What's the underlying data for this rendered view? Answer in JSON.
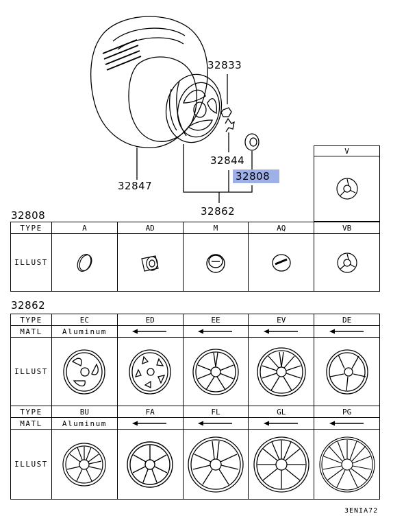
{
  "callouts": {
    "p32833": "32833",
    "p32844": "32844",
    "p32808": "32808",
    "p32847": "32847",
    "p32862": "32862"
  },
  "table1": {
    "title": "32808",
    "type_label": "TYPE",
    "illust_label": "ILLUST",
    "v_label": "V",
    "types": [
      "A",
      "AD",
      "M",
      "AQ",
      "VB"
    ]
  },
  "table2": {
    "title": "32862",
    "type_label": "TYPE",
    "matl_label": "MATL",
    "illust_label": "ILLUST",
    "matl_value": "Aluminum",
    "row1_types": [
      "EC",
      "ED",
      "EE",
      "EV",
      "DE"
    ],
    "row2_types": [
      "BU",
      "FA",
      "FL",
      "GL",
      "PG"
    ]
  },
  "footer": {
    "code": "3ENIA72"
  },
  "colors": {
    "highlight": "#9fb0e8",
    "line": "#000000"
  }
}
